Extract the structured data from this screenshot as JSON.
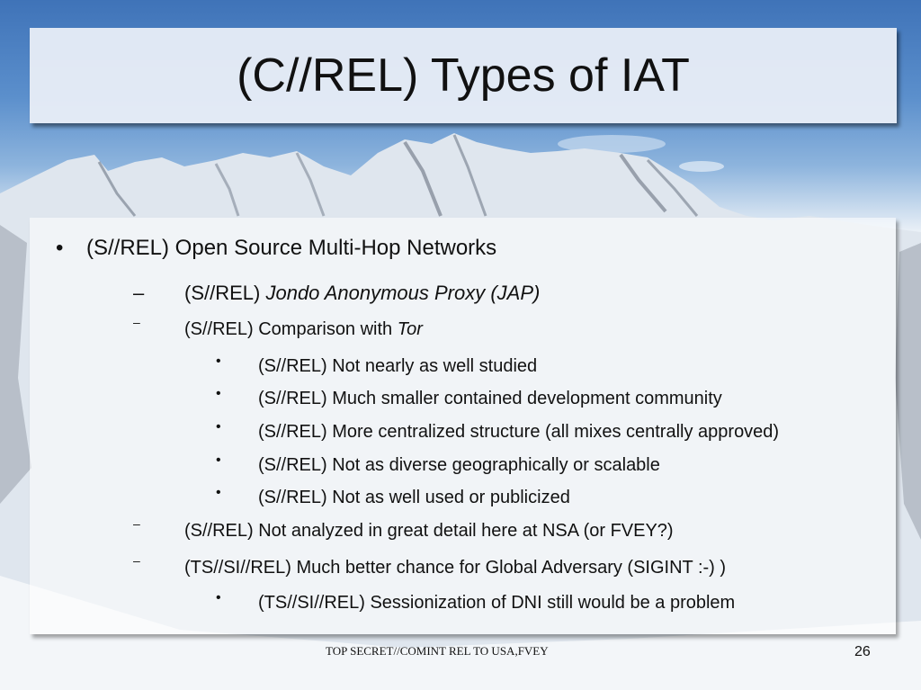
{
  "slide": {
    "title": "(C//REL) Types of IAT",
    "bullets": [
      {
        "text": "(S//REL) Open Source Multi-Hop Networks",
        "children": [
          {
            "prefix": "(S//REL) ",
            "emph": "Jondo Anonymous Proxy (JAP)",
            "children": []
          },
          {
            "prefix": "(S//REL) Comparison with ",
            "emph": "Tor",
            "children": [
              "(S//REL) Not nearly as well studied",
              "(S//REL) Much smaller contained development community",
              "(S//REL) More centralized structure (all mixes centrally approved)",
              "(S//REL) Not as diverse geographically or scalable",
              "(S//REL) Not as well used or publicized"
            ]
          },
          {
            "text": "(S//REL) Not analyzed in great detail here at NSA (or FVEY?)",
            "children": []
          },
          {
            "text": "(TS//SI//REL) Much better chance for Global Adversary (SIGINT :-) )",
            "children": [
              "(TS//SI//REL) Sessionization of DNI still would be a problem"
            ]
          }
        ]
      }
    ],
    "markers": {
      "bullet": "•",
      "dash": "–"
    },
    "classification_footer": "TOP SECRET//COMINT REL TO USA,FVEY",
    "page_number": "26"
  }
}
